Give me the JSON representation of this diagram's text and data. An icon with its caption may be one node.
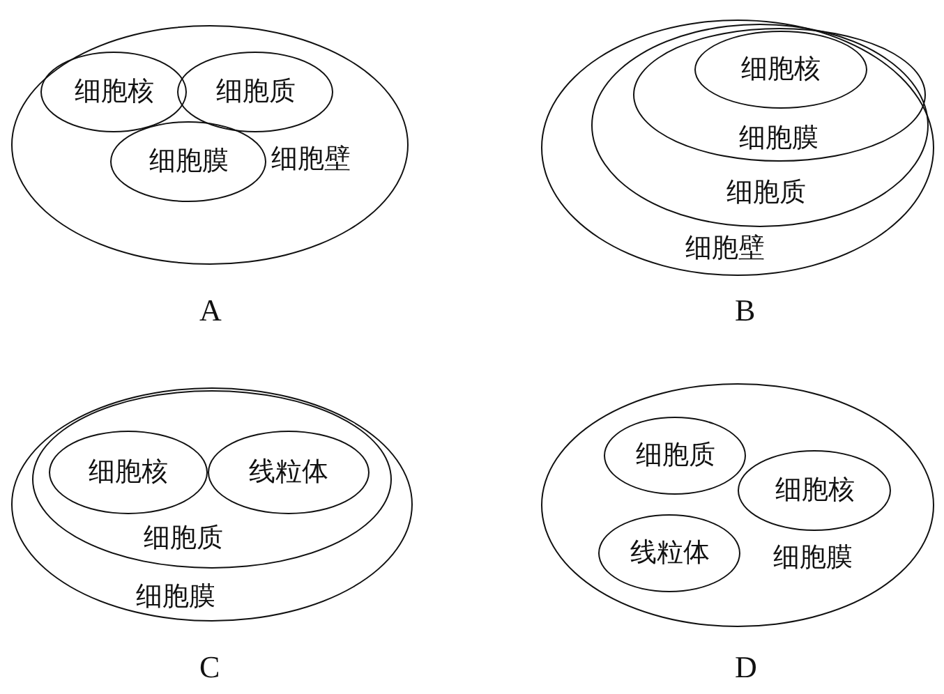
{
  "diagram": {
    "nodes": [
      {
        "text": [
          "细胞壁"
        ]
      },
      {
        "text": [
          "细胞核"
        ],
        "in": 0
      },
      {
        "text": [
          "细胞质"
        ],
        "in": 0
      },
      {
        "text": [
          "细胞膜"
        ],
        "in": 0
      },
      {
        "text": [
          "细胞壁"
        ]
      },
      {
        "text": [
          "细胞质"
        ],
        "in": 4
      },
      {
        "text": [
          "细胞膜"
        ],
        "in": 5
      },
      {
        "text": [
          "细胞核"
        ],
        "in": 6
      },
      {
        "text": [
          "细胞膜"
        ]
      },
      {
        "text": [
          "细胞质"
        ],
        "in": 8
      },
      {
        "text": [
          "细胞核"
        ],
        "in": 9
      },
      {
        "text": [
          "线粒体"
        ],
        "in": 9
      },
      {
        "text": [
          "细胞膜"
        ]
      },
      {
        "text": [
          "细胞质"
        ],
        "in": 12
      },
      {
        "text": [
          "细胞核"
        ],
        "in": 12
      },
      {
        "text": [
          "线粒体"
        ],
        "in": 12
      }
    ],
    "labels": [
      "A",
      "B",
      "C",
      "D"
    ]
  }
}
